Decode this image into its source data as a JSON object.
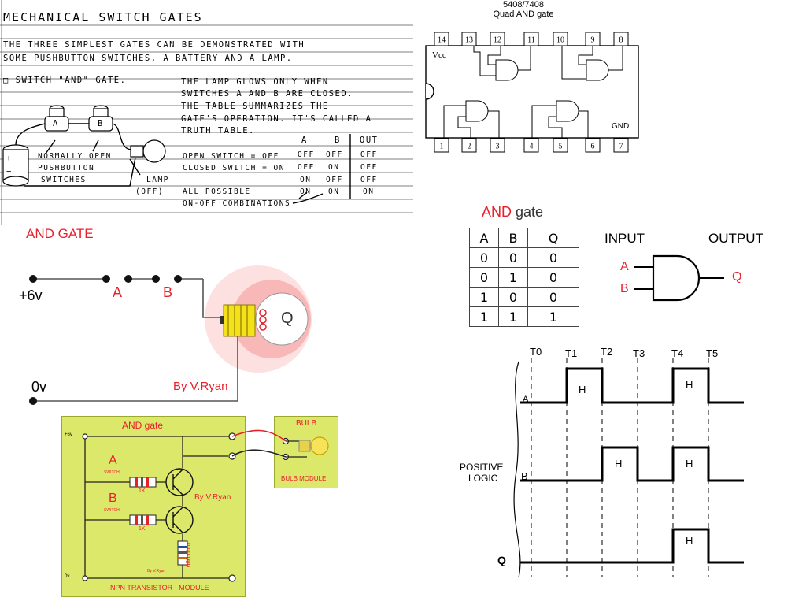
{
  "mechanical": {
    "title": "MECHANICAL SWITCH GATES",
    "intro_line1": "THE THREE SIMPLEST GATES CAN BE DEMONSTRATED WITH",
    "intro_line2": "SOME PUSHBUTTON SWITCHES, A BATTERY AND A LAMP.",
    "section_heading": "□ SWITCH \"AND\" GATE.",
    "desc_lines": [
      "THE LAMP GLOWS ONLY WHEN",
      "SWITCHES A AND B ARE CLOSED.",
      "THE TABLE SUMMARIZES THE",
      "GATE'S OPERATION. IT'S CALLED A",
      "TRUTH TABLE."
    ],
    "labels": {
      "normally_open": "NORMALLY OPEN",
      "pushbutton": "PUSHBUTTON",
      "switches": "SWITCHES",
      "lamp": "LAMP",
      "off": "(OFF)",
      "switch_a": "A",
      "switch_b": "B",
      "battery_plus": "+",
      "battery_minus": "−"
    },
    "legend": [
      "OPEN SWITCH = OFF",
      "CLOSED SWITCH = ON",
      "ALL POSSIBLE",
      "ON-OFF COMBINATIONS"
    ],
    "table_headers": [
      "A",
      "B",
      "OUT"
    ],
    "table_rows": [
      [
        "OFF",
        "OFF",
        "OFF"
      ],
      [
        "OFF",
        "ON",
        "OFF"
      ],
      [
        "ON",
        "OFF",
        "OFF"
      ],
      [
        "ON",
        "ON",
        "ON"
      ]
    ]
  },
  "chip": {
    "part": "5408/7408",
    "name": "Quad AND gate",
    "vcc": "Vcc",
    "gnd": "GND",
    "top_pins": [
      "14",
      "13",
      "12",
      "11",
      "10",
      "9",
      "8"
    ],
    "bottom_pins": [
      "1",
      "2",
      "3",
      "4",
      "5",
      "6",
      "7"
    ]
  },
  "circuit": {
    "title": "AND GATE",
    "supply": "+6v",
    "ground": "0v",
    "switch_a": "A",
    "switch_b": "B",
    "output": "Q",
    "credit": "By V.Ryan",
    "colors": {
      "title": "#e8202a",
      "bulb_glow": "#f9b3b3",
      "bulb_base": "#f4e11a"
    }
  },
  "and_symbol": {
    "title_colored": "AND",
    "title_rest": "gate",
    "input_label": "INPUT",
    "output_label": "OUTPUT",
    "in_a": "A",
    "in_b": "B",
    "out_q": "Q",
    "table_headers": [
      "A",
      "B",
      "Q"
    ],
    "table_rows": [
      [
        "0",
        "0",
        "0"
      ],
      [
        "0",
        "1",
        "0"
      ],
      [
        "1",
        "0",
        "0"
      ],
      [
        "1",
        "1",
        "1"
      ]
    ]
  },
  "timing": {
    "markers": [
      "T0",
      "T1",
      "T2",
      "T3",
      "T4",
      "T5"
    ],
    "signals": [
      "A",
      "B",
      "Q"
    ],
    "high_label": "H",
    "side_label_1": "POSITIVE",
    "side_label_2": "LOGIC",
    "q_label": "Q"
  },
  "module": {
    "title": "AND gate",
    "supply": "+6v",
    "ground": "0v",
    "switch_a": "A",
    "switch_b": "B",
    "switch_caption": "SWITCH",
    "resistor": "1K",
    "resistor_680": "680 ohm",
    "credit": "By V.Ryan",
    "credit_small": "By V.Ryan",
    "footer": "NPN TRANSISTOR - MODULE",
    "bulb_title": "BULB",
    "bulb_footer": "BULB MODULE",
    "colors": {
      "board": "#dbe86a",
      "title": "#e8202a"
    }
  }
}
